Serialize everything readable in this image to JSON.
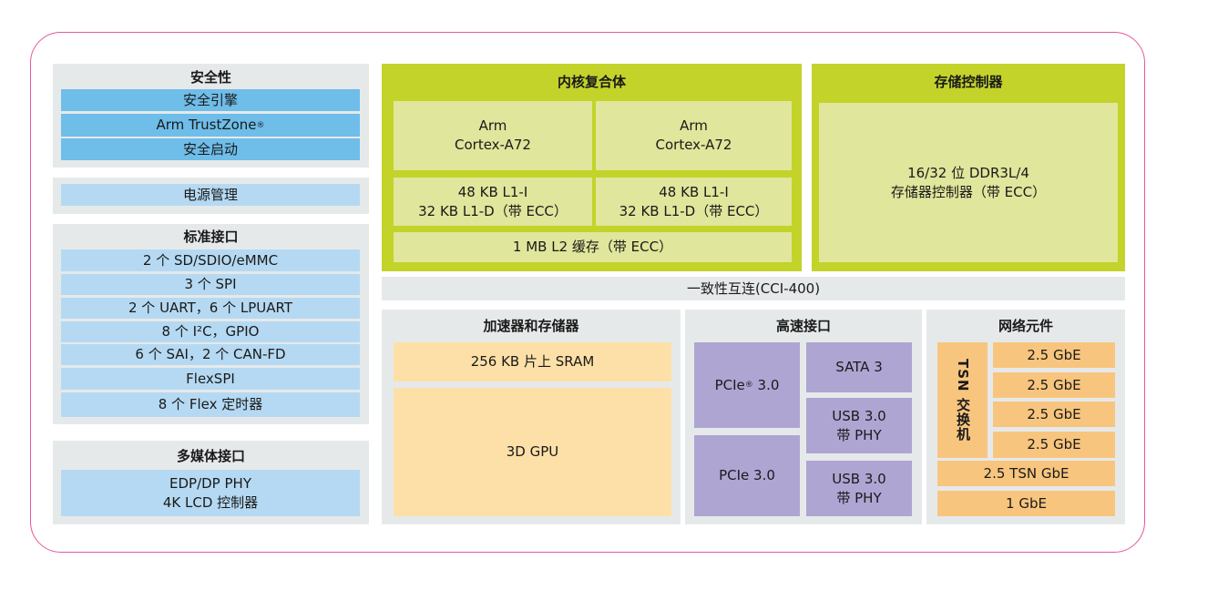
{
  "security": {
    "title": "安全性",
    "items": [
      "安全引擎",
      "Arm TrustZone",
      "安全启动"
    ],
    "trustzone_mark": "®"
  },
  "power": {
    "label": "电源管理"
  },
  "interfaces": {
    "title": "标准接口",
    "items": [
      "2 个 SD/SDIO/eMMC",
      "3 个 SPI",
      "2 个 UART，6 个 LPUART",
      "8 个 I²C，GPIO",
      "6 个 SAI，2 个 CAN-FD",
      "FlexSPI",
      "8 个 Flex 定时器"
    ]
  },
  "multimedia": {
    "title": "多媒体接口",
    "content": "EDP/DP PHY\n4K LCD 控制器"
  },
  "core": {
    "title": "内核复合体",
    "cpus": [
      "Arm\nCortex-A72",
      "Arm\nCortex-A72"
    ],
    "l1": [
      "48 KB L1-I\n32 KB L1-D（带 ECC）",
      "48 KB L1-I\n32 KB L1-D（带 ECC）"
    ],
    "l2": "1 MB L2 缓存（带 ECC）"
  },
  "memory": {
    "title": "存储控制器",
    "content": "16/32 位 DDR3L/4\n存储器控制器（带 ECC）"
  },
  "interconnect": {
    "label": "一致性互连(CCI-400)"
  },
  "accel": {
    "title": "加速器和存储器",
    "sram": "256 KB 片上 SRAM",
    "gpu": "3D GPU"
  },
  "highspeed": {
    "title": "高速接口",
    "pcie1": "PCIe",
    "pcie1_mark": "®",
    "pcie1_ver": " 3.0",
    "pcie2": "PCIe 3.0",
    "sata": "SATA 3",
    "usb1": "USB 3.0\n带 PHY",
    "usb2": "USB 3.0\n带 PHY"
  },
  "network": {
    "title": "网络元件",
    "switch": "TSN 交换机",
    "ports": [
      "2.5 GbE",
      "2.5 GbE",
      "2.5 GbE",
      "2.5 GbE"
    ],
    "tsn": "2.5 TSN GbE",
    "gbe": "1 GbE"
  },
  "colors": {
    "frame": "#e4589a",
    "grey": "#e6e9ea",
    "blue": "#6fbde9",
    "light_blue": "#b5d9f2",
    "green": "#c3d32a",
    "light_green": "#e0e69b",
    "peach": "#fde0a8",
    "purple": "#aea5d3",
    "orange": "#f8c57e"
  }
}
